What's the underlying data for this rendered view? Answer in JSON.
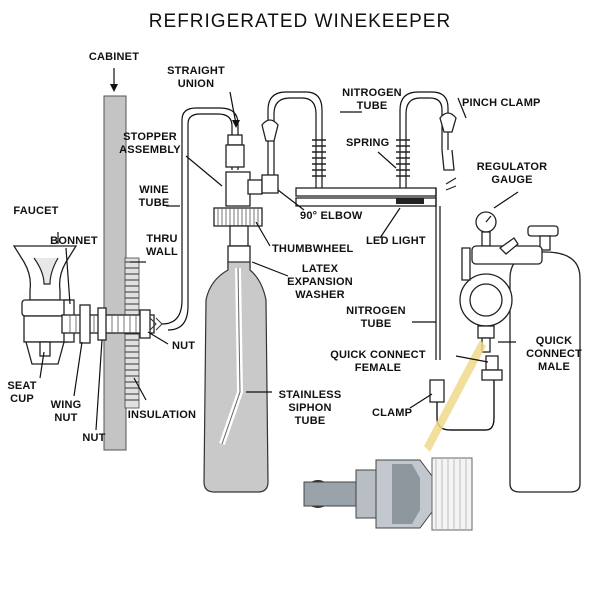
{
  "title": "REFRIGERATED WINEKEEPER",
  "labels": {
    "cabinet": "CABINET",
    "straight": "STRAIGHT",
    "union": "UNION",
    "nitrogen_top_1": "NITROGEN",
    "nitrogen_top_2": "TUBE",
    "pinch_clamp": "PINCH CLAMP",
    "stopper_1": "STOPPER",
    "stopper_2": "ASSEMBLY",
    "spring": "SPRING",
    "regulator_1": "REGULATOR",
    "regulator_2": "GAUGE",
    "wine_1": "WINE",
    "wine_2": "TUBE",
    "elbow": "90° ELBOW",
    "faucet": "FAUCET",
    "bonnet": "BONNET",
    "thumbwheel": "THUMBWHEEL",
    "led_light": "LED LIGHT",
    "thru_1": "THRU",
    "thru_2": "WALL",
    "latex_1": "LATEX",
    "latex_2": "EXPANSION",
    "latex_3": "WASHER",
    "nitrogen_mid_1": "NITROGEN",
    "nitrogen_mid_2": "TUBE",
    "nut_right": "NUT",
    "qc_male_1": "QUICK",
    "qc_male_2": "CONNECT",
    "qc_male_3": "MALE",
    "qc_female_1": "QUICK CONNECT",
    "qc_female_2": "FEMALE",
    "seat_1": "SEAT",
    "seat_2": "CUP",
    "wing_1": "WING",
    "wing_2": "NUT",
    "insulation": "INSULATION",
    "stainless_1": "STAINLESS",
    "stainless_2": "SIPHON",
    "stainless_3": "TUBE",
    "clamp": "CLAMP",
    "nut_bottom": "NUT"
  },
  "colors": {
    "bottle": "#c9c9c9",
    "cabinet_wall": "#c4c4c4",
    "highlight_ray": "#efd98a",
    "ink": "#111111",
    "tube_blue": "#cfe0ef"
  },
  "icons": [
    "faucet-icon",
    "wine-bottle-icon",
    "nitrogen-cylinder-icon",
    "regulator-gauge-icon",
    "quick-connect-fitting-icon"
  ]
}
